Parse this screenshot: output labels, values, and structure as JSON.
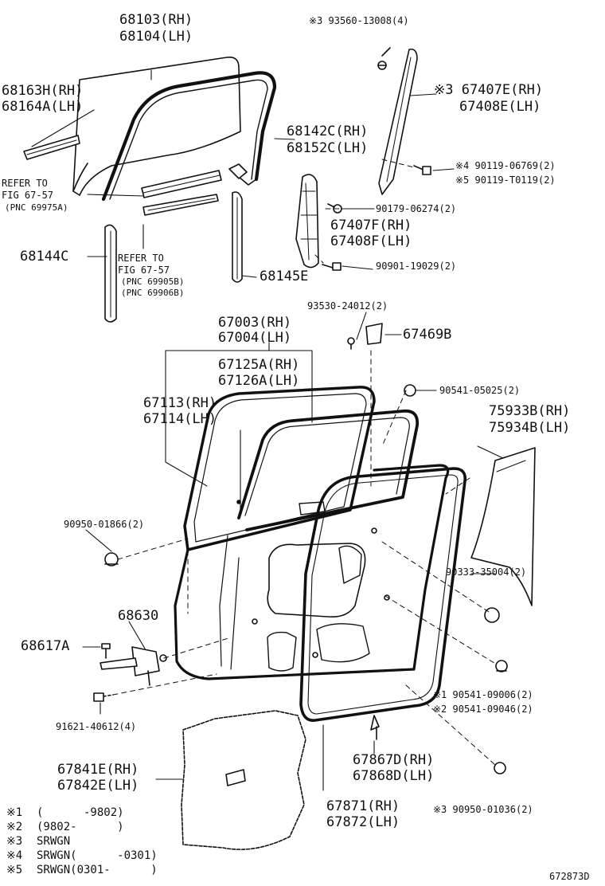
{
  "diagram_id": "672873D",
  "labels": {
    "p68103": "68103(RH)",
    "p68104": "68104(LH)",
    "p93560": "※3 93560-13008(4)",
    "p68163": "68163H(RH)",
    "p68164": "68164A(LH)",
    "p67407e": "※3 67407E(RH)",
    "p67408e": "67408E(LH)",
    "p68142": "68142C(RH)",
    "p68152": "68152C(LH)",
    "p90119a": "※4 90119-06769(2)",
    "p90119b": "※5 90119-T0119(2)",
    "refer1a": "REFER TO",
    "refer1b": "FIG 67-57",
    "refer1c": "(PNC 69975A)",
    "p90179": "90179-06274(2)",
    "p67407f": "67407F(RH)",
    "p67408f": "67408F(LH)",
    "p68144": "68144C",
    "refer2a": "REFER TO",
    "refer2b": "FIG 67-57",
    "refer2c": "(PNC 69905B)",
    "refer2d": "(PNC 69906B)",
    "p90901": "90901-19029(2)",
    "p68145": "68145E",
    "p93530": "93530-24012(2)",
    "p67003": "67003(RH)",
    "p67004": "67004(LH)",
    "p67469": "67469B",
    "p67125": "67125A(RH)",
    "p67126": "67126A(LH)",
    "p90541a": "90541-05025(2)",
    "p67113": "67113(RH)",
    "p67114": "67114(LH)",
    "p75933": "75933B(RH)",
    "p75934": "75934B(LH)",
    "p90950a": "90950-01866(2)",
    "p90333": "90333-35004(2)",
    "p68630": "68630",
    "p68617": "68617A",
    "p90541b": "※1 90541-09006(2)",
    "p90541c": "※2 90541-09046(2)",
    "p91621": "91621-40612(4)",
    "p67867": "67867D(RH)",
    "p67868": "67868D(LH)",
    "p67841": "67841E(RH)",
    "p67842": "67842E(LH)",
    "p67871": "67871(RH)",
    "p67872": "67872(LH)",
    "p90950b": "※3 90950-01036(2)"
  },
  "footnotes": [
    {
      "mark": "※1",
      "text": "(      -9802)"
    },
    {
      "mark": "※2",
      "text": "(9802-      )"
    },
    {
      "mark": "※3",
      "text": "SRWGN"
    },
    {
      "mark": "※4",
      "text": "SRWGN(      -0301)"
    },
    {
      "mark": "※5",
      "text": "SRWGN(0301-      )"
    }
  ]
}
